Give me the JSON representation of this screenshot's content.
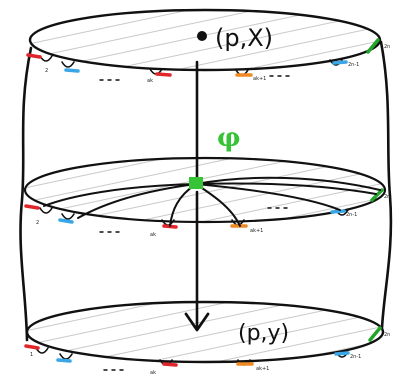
{
  "labels": {
    "top_point": "(p,X)",
    "bottom_point": "(p,y)",
    "phi": "φ"
  },
  "boundary_labels": {
    "one": "1",
    "two": "2",
    "k": "ak",
    "k_plus_1": "ak+1",
    "two_n_minus_1": "2n-1",
    "two_n": "2n",
    "dots": "..."
  },
  "colors": {
    "phi_green": "#36c436",
    "red_marker": "#e0262a",
    "blue_marker": "#3aa6e6",
    "orange_marker": "#f08a24",
    "green_marker": "#22a62a"
  }
}
